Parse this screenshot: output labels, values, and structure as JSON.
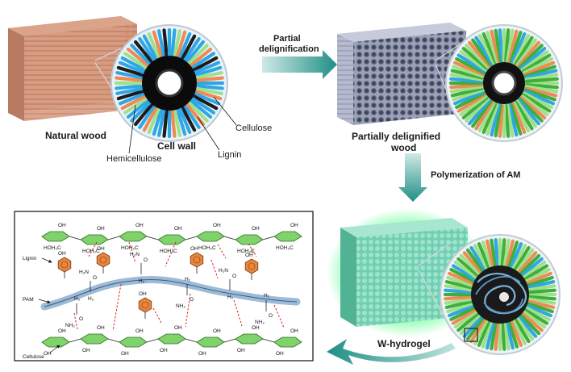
{
  "labels": {
    "natural_wood": "Natural wood",
    "cell_wall": "Cell wall",
    "hemicellulose": "Hemicellulose",
    "cellulose": "Cellulose",
    "lignin": "Lignin",
    "partial_delignification_line1": "Partial",
    "partial_delignification_line2": "delignification",
    "partially_delignified_line1": "Partially delignified",
    "partially_delignified_line2": "wood",
    "polymerization": "Polymerization of AM",
    "w_hydrogel": "W-hydrogel"
  },
  "scheme": {
    "lignin_label": "Lignin",
    "pam_label": "PAM",
    "cellulose_label": "Cellulose",
    "oh": "OH",
    "hoh2c": "HOH₂C",
    "h2n": "H₂N",
    "nh2": "NH₂",
    "o": "O",
    "h2": "H₂",
    "c": "C",
    "h": "H"
  },
  "colors": {
    "natural_wood": "#c98a6e",
    "delignified_wood": "#8f96ad",
    "hydrogel": "#5fc4a3",
    "hydrogel_glow": "#2bff6a",
    "arrow": "#1f8f86",
    "cellulose_ring": "#9fe08a",
    "lignin_ring": "#2fa6e6",
    "hemicellulose": "#ee8a55",
    "pam_chain": "#8fb3d3",
    "h_bond": "#d62020"
  }
}
